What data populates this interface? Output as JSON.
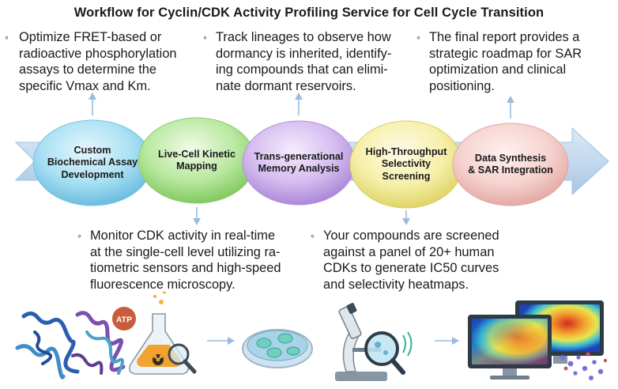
{
  "title": "Workflow for Cyclin/CDK Activity Profiling Service for Cell Cycle Transition",
  "stages": [
    {
      "label": "Custom Biochemical Assay Development",
      "lines": [
        "Custom",
        "Biochemical Assay",
        "Development"
      ],
      "color": "#8fd3ec"
    },
    {
      "label": "Live-Cell Kinetic Mapping",
      "lines": [
        "Live-Cell Kinetic",
        "Mapping"
      ],
      "color": "#a6e08a"
    },
    {
      "label": "Trans-generational Memory Analysis",
      "lines": [
        "Trans-generational",
        "Memory Analysis"
      ],
      "color": "#c9a9e6"
    },
    {
      "label": "High-Throughput Selectivity Screening",
      "lines": [
        "High-Throughput",
        "Selectivity",
        "Screening"
      ],
      "color": "#f3ec9a"
    },
    {
      "label": "Data Synthesis & SAR Integration",
      "lines": [
        "Data Synthesis",
        "& SAR Integration"
      ],
      "color": "#f5c9c4"
    }
  ],
  "top_notes": [
    {
      "lines": [
        "Optimize FRET-based or",
        "radioactive phosphorylation",
        "assays to determine the",
        "specific Vmax and Km."
      ]
    },
    {
      "lines": [
        "Track lineages to observe how",
        "dormancy is inherited, identify-",
        "ing compounds that can elimi-",
        "nate dormant reservoirs."
      ]
    },
    {
      "lines": [
        "The final report provides a",
        "strategic roadmap for SAR",
        "optimization and clinical",
        "positioning."
      ]
    }
  ],
  "bottom_notes": [
    {
      "lines": [
        "Monitor CDK activity in real-time",
        "at the single-cell level utilizing ra-",
        "tiometric sensors and high-speed",
        "fluorescence microscopy."
      ]
    },
    {
      "lines": [
        "Your compounds are screened",
        "against a panel of 20+ human",
        "CDKs to generate IC50 curves",
        "and selectivity heatmaps."
      ]
    }
  ],
  "bullet": "◦",
  "illustrations": {
    "atp_label": "ATP",
    "items": [
      "protein-strands-illustration",
      "atp-flask-illustration",
      "petri-dish-illustration",
      "microscope-illustration",
      "heatmap-monitors-illustration"
    ]
  },
  "colors": {
    "band": "#c7dcef",
    "band_edge": "#9ec0e2",
    "arrow": "#8fb3d8"
  }
}
